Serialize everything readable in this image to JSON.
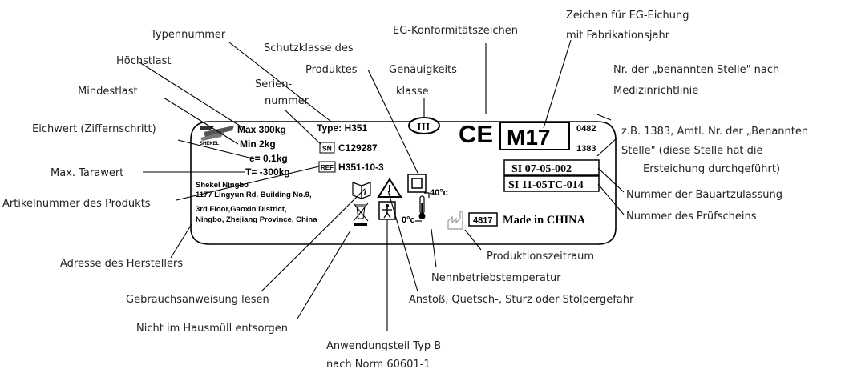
{
  "plate": {
    "brand": "SHEKEL",
    "max": "Max 300kg",
    "min": "Min 2kg",
    "e": "e= 0.1kg",
    "tare": "T= -300kg",
    "type": "Type: H351",
    "sn_box": "SN",
    "sn_value": "C129287",
    "ref_box": "REF",
    "ref_value": "H351-10-3",
    "manufacturer": [
      "Shekel Ningbo",
      "1177 Lingyun Rd. Building No.9,",
      "3rd Floor,Gaoxin District,",
      "Ningbo, Zhejiang Province, China"
    ],
    "accuracy_class": "III",
    "ce": "CE",
    "metrology": "M17",
    "nb_top": "0482",
    "nb_bottom": "1383",
    "approval_1": "SI 07-05-002",
    "approval_2": "SI 11-05TC-014",
    "temp_max": "40°c",
    "temp_min": "0°c",
    "production": "4817",
    "made_in": "Made in CHINA"
  },
  "annotations": {
    "typennummer": "Typennummer",
    "schutzklasse": [
      "Schutzklasse des",
      "Produktes"
    ],
    "eg_konf": "EG-Konformitätszeichen",
    "eg_eichung": [
      "Zeichen für EG-Eichung",
      "mit Fabrikationsjahr"
    ],
    "hoechstlast": "Höchstlast",
    "seriennummer": [
      "Serien-",
      "nummer"
    ],
    "genauigkeit": [
      "Genauigkeits-",
      "klasse"
    ],
    "benannte_stelle": [
      "Nr. der „benannten Stelle\" nach",
      "Medizinrichtlinie"
    ],
    "mindestlast": "Mindestlast",
    "eichwert": "Eichwert (Ziffernschritt)",
    "amtl": [
      "z.B. 1383, Amtl. Nr. der „Benannten",
      "Stelle\" (diese Stelle hat die",
      "Ersteichung durchgeführt)"
    ],
    "tarawert": "Max. Tarawert",
    "artikelnummer": "Artikelnummer des Produkts",
    "bauartzulassung": "Nummer der Bauartzulassung",
    "pruefschein": "Nummer des Prüfscheins",
    "adresse": "Adresse des Herstellers",
    "produktionszeitraum": "Produktionszeitraum",
    "nennbetrieb": "Nennbetriebstemperatur",
    "gebrauch": "Gebrauchsanweisung lesen",
    "anstoss": "Anstoß, Quetsch-, Sturz oder Stolpergefahr",
    "hausmuell": "Nicht im Hausmüll entsorgen",
    "anwendungsteil": [
      "Anwendungsteil Typ B",
      "nach Norm 60601-1"
    ]
  }
}
